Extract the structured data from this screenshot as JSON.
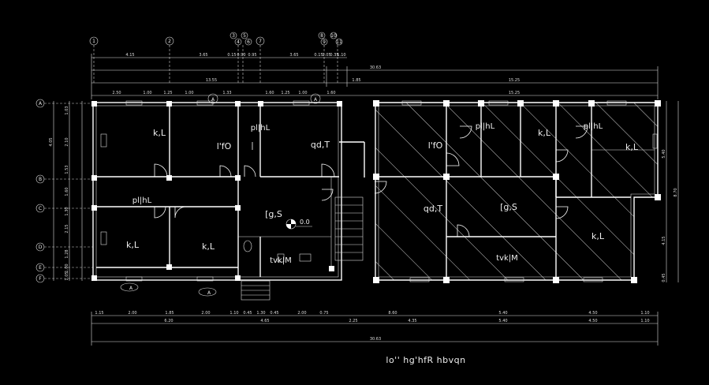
{
  "caption": "lo'' hg'hfR hbvqn",
  "colors": {
    "background": "#000000",
    "lines": "#ffffff",
    "hatch": "#cfcfcf"
  },
  "grid_columns": [
    "1",
    "2",
    "3",
    "4",
    "5",
    "6",
    "7",
    "8",
    "9",
    "10",
    "11"
  ],
  "grid_rows": [
    "A",
    "B",
    "C",
    "D",
    "E",
    "F"
  ],
  "top_dimensions": {
    "row1": [
      "4.15",
      "3.65",
      "0.15",
      "0.90",
      "0.95",
      "3.65",
      "0.15",
      "1.05",
      "0.35",
      "1.10"
    ],
    "total": "30.63",
    "row3_left": "13.55",
    "row3_mid": "1.85",
    "row3_right": "15.25",
    "row4": [
      "2.50",
      "1.00",
      "1.25",
      "1.00",
      "1.33",
      "1.60",
      "1.25",
      "1.00",
      "1.60"
    ],
    "row4_right": "15.25"
  },
  "bottom_dimensions": {
    "row1": [
      "1.15",
      "2.00",
      "1.85",
      "2.00",
      "1.10",
      "0.45",
      "1.30",
      "0.45",
      "2.00",
      "0.75",
      "8.60",
      "5.40",
      "4.50",
      "1.10"
    ],
    "row2": [
      "6.20",
      "4.65",
      "2.25",
      "4.35",
      "5.40",
      "4.50",
      "1.10"
    ],
    "total": "30.63"
  },
  "side_dimensions": {
    "left": [
      "1.03",
      "2.10",
      "1.53",
      "1.60",
      "1.30",
      "2.15",
      "1.28",
      "1.00",
      "1.05"
    ],
    "left_total": "4.05",
    "right": [
      "5.40",
      "4.15",
      "0.45"
    ],
    "right_total": "8.70"
  },
  "rooms_left": [
    {
      "label": "k,L"
    },
    {
      "label": "l'fO"
    },
    {
      "label": "qd,T"
    },
    {
      "label": "pl|hL"
    },
    {
      "label": "pl|hL"
    },
    {
      "label": "k,L"
    },
    {
      "label": "k,L"
    },
    {
      "label": "[g,S"
    },
    {
      "label": "tvk|M"
    }
  ],
  "rooms_right": [
    {
      "label": "l'fO"
    },
    {
      "label": "pl|hL"
    },
    {
      "label": "k,L"
    },
    {
      "label": "pl|hL"
    },
    {
      "label": "k,L"
    },
    {
      "label": "qd,T"
    },
    {
      "label": "[g,S"
    },
    {
      "label": "k,L"
    },
    {
      "label": "tvk|M"
    }
  ],
  "level_marker": "0.0",
  "section_marks": [
    "A",
    "A",
    "A",
    "A"
  ]
}
